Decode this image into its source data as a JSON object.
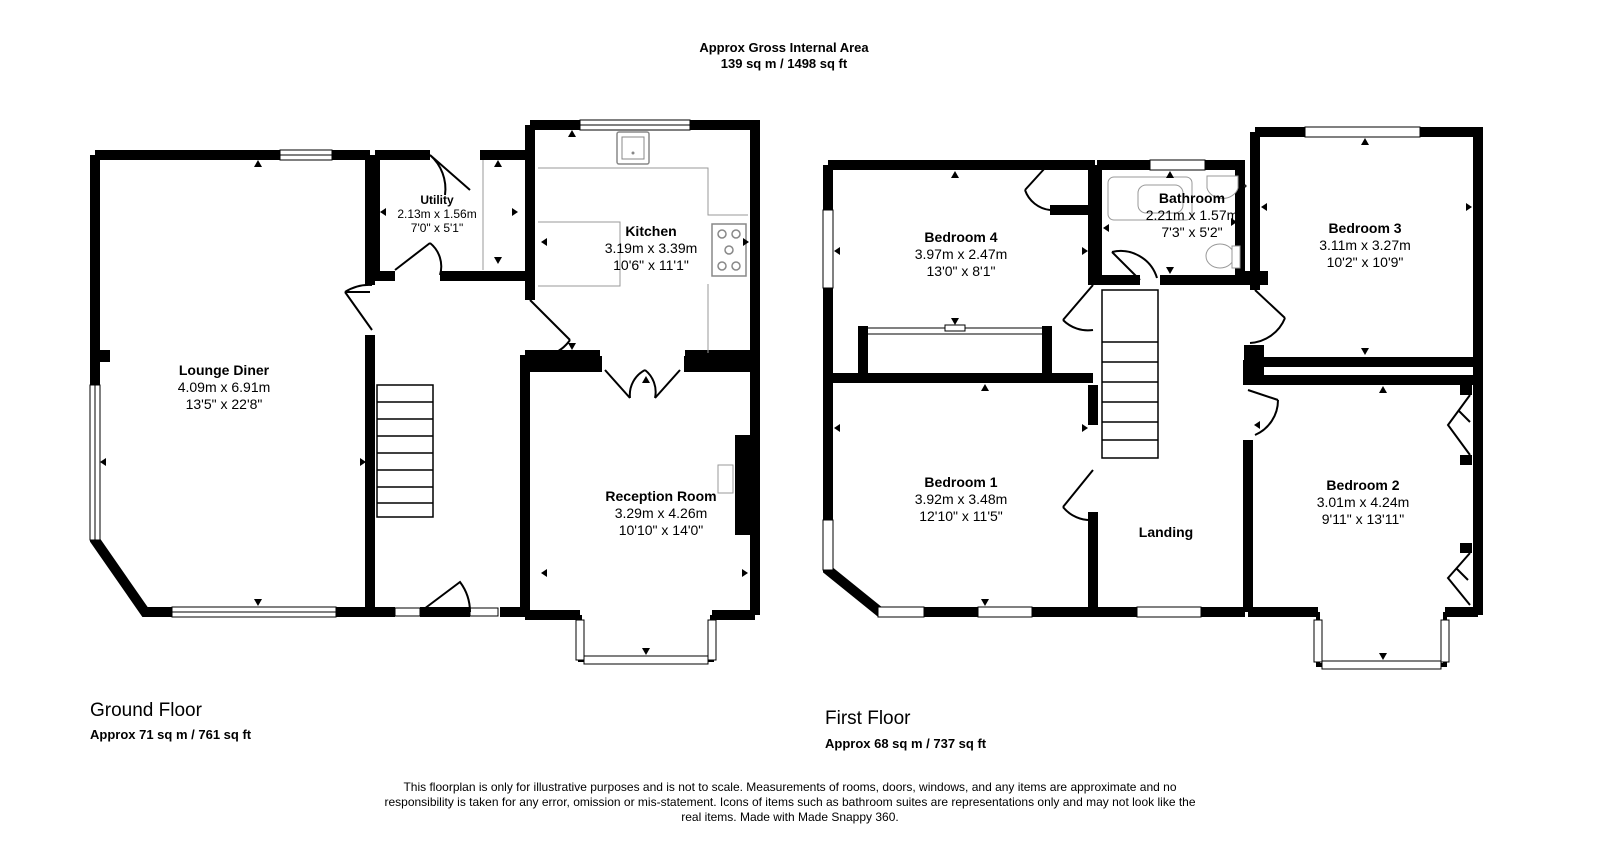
{
  "header": {
    "title": "Approx Gross Internal Area",
    "area": "139 sq m / 1498 sq ft"
  },
  "ground_floor": {
    "title": "Ground Floor",
    "area": "Approx 71 sq m / 761 sq ft",
    "rooms": [
      {
        "name": "Lounge Diner",
        "metric": "4.09m x 6.91m",
        "imperial": "13'5\" x 22'8\""
      },
      {
        "name": "Utility",
        "metric": "2.13m x 1.56m",
        "imperial": "7'0\" x 5'1\""
      },
      {
        "name": "Kitchen",
        "metric": "3.19m x 3.39m",
        "imperial": "10'6\" x 11'1\""
      },
      {
        "name": "Reception Room",
        "metric": "3.29m x 4.26m",
        "imperial": "10'10\" x 14'0\""
      }
    ]
  },
  "first_floor": {
    "title": "First Floor",
    "area": "Approx 68 sq m / 737 sq ft",
    "rooms": [
      {
        "name": "Bedroom 4",
        "metric": "3.97m x 2.47m",
        "imperial": "13'0\" x 8'1\""
      },
      {
        "name": "Bathroom",
        "metric": "2.21m x 1.57m",
        "imperial": "7'3\" x 5'2\""
      },
      {
        "name": "Bedroom 3",
        "metric": "3.11m x 3.27m",
        "imperial": "10'2\" x 10'9\""
      },
      {
        "name": "Bedroom 1",
        "metric": "3.92m x 3.48m",
        "imperial": "12'10\" x 11'5\""
      },
      {
        "name": "Landing"
      },
      {
        "name": "Bedroom 2",
        "metric": "3.01m x 4.24m",
        "imperial": "9'11\" x 13'11\""
      }
    ]
  },
  "disclaimer": "This floorplan is only for illustrative purposes and is not to scale. Measurements of rooms, doors, windows, and any items are approximate and no responsibility is taken for any error, omission or mis-statement. Icons of items such as bathroom suites are representations only and may not look like the real items. Made with Made Snappy 360.",
  "colors": {
    "wall": "#000000",
    "fixture": "#a0a0a0",
    "background": "#ffffff"
  }
}
